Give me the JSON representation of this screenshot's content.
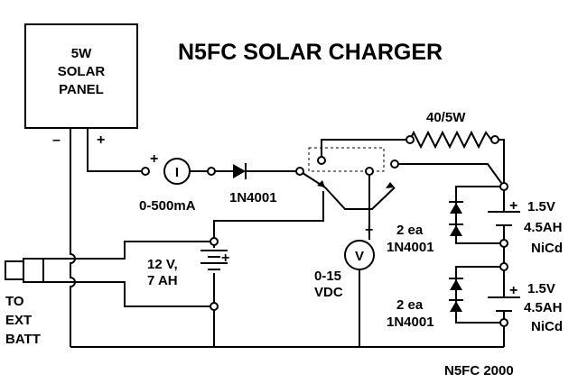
{
  "title": "N5FC SOLAR CHARGER",
  "solar_panel": {
    "lines": [
      "5W",
      "SOLAR",
      "PANEL"
    ],
    "minus": "–",
    "plus": "+"
  },
  "ammeter": {
    "symbol": "I",
    "label": "0-500mA",
    "plus": "+"
  },
  "diode": {
    "label": "1N4001"
  },
  "resistor": {
    "label": "40/5W"
  },
  "battery_main": {
    "lines": [
      "12 V,",
      "7 AH"
    ],
    "plus": "+"
  },
  "voltmeter": {
    "symbol": "V",
    "lines": [
      "0-15",
      "VDC"
    ],
    "plus": "+"
  },
  "diode_pair_1": {
    "lines": [
      "2 ea",
      "1N4001"
    ]
  },
  "diode_pair_2": {
    "lines": [
      "2 ea",
      "1N4001"
    ]
  },
  "nicd_1": {
    "lines": [
      "1.5V",
      "4.5AH",
      "NiCd"
    ],
    "plus": "+"
  },
  "nicd_2": {
    "lines": [
      "1.5V",
      "4.5AH",
      "NiCd"
    ],
    "plus": "+"
  },
  "ext_batt": {
    "lines": [
      "TO",
      "EXT",
      "BATT"
    ]
  },
  "footer": "N5FC 2000"
}
